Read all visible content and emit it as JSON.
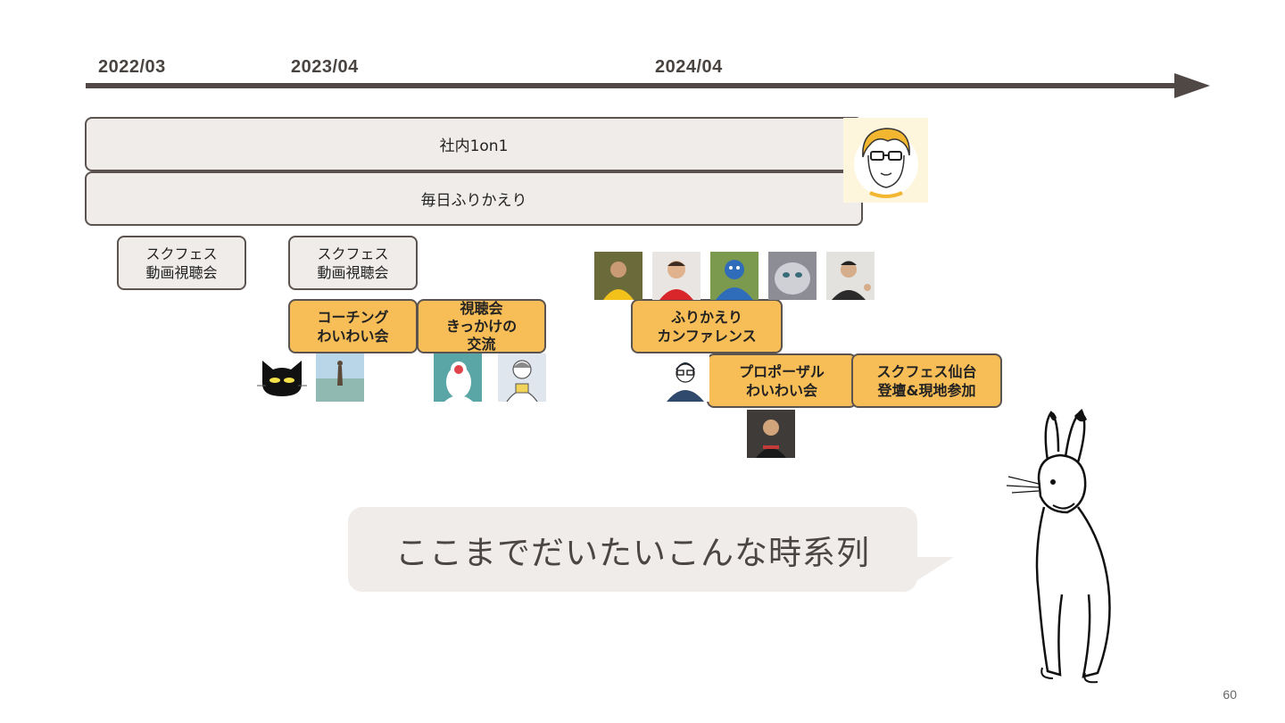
{
  "timeline": {
    "dates": [
      "2022/03",
      "2023/04",
      "2024/04"
    ]
  },
  "bars": {
    "oneonone": "社内1on1",
    "retro": "毎日ふりかえり"
  },
  "events": {
    "viewing1": [
      "スクフェス",
      "動画視聴会"
    ],
    "viewing2": [
      "スクフェス",
      "動画視聴会"
    ],
    "coaching": [
      "コーチング",
      "わいわい会"
    ],
    "exchange": [
      "視聴会",
      "きっかけの",
      "交流"
    ],
    "conference": [
      "ふりかえり",
      "カンファレンス"
    ],
    "proposal": [
      "プロポーザル",
      "わいわい会"
    ],
    "sendai": [
      "スクフェス仙台",
      "登壇&現地参加"
    ]
  },
  "speech": "ここまでだいたいこんな時系列",
  "page_number": "60",
  "colors": {
    "accent_orange": "#f7bd57",
    "box_gray": "#efecea",
    "line_dark": "#4f4845"
  },
  "icons": {
    "avatar_main": "glasses-man-illustration",
    "rabbit": "chojugiga-rabbit-illustration",
    "cat": "black-cat-icon"
  }
}
